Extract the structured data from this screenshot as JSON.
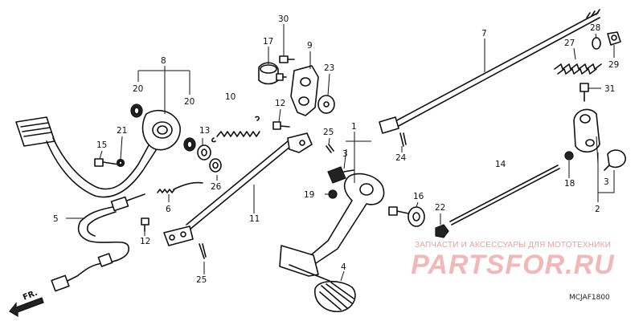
{
  "callouts": {
    "c1": "1",
    "c2": "2",
    "c3a": "3",
    "c3b": "3",
    "c4": "4",
    "c5": "5",
    "c6": "6",
    "c7": "7",
    "c8": "8",
    "c9": "9",
    "c10": "10",
    "c11": "11",
    "c12a": "12",
    "c12b": "12",
    "c13": "13",
    "c14": "14",
    "c15": "15",
    "c16": "16",
    "c17": "17",
    "c18": "18",
    "c19": "19",
    "c20a": "20",
    "c20b": "20",
    "c21": "21",
    "c22": "22",
    "c23": "23",
    "c24": "24",
    "c25a": "25",
    "c25b": "25",
    "c26": "26",
    "c27": "27",
    "c28": "28",
    "c29": "29",
    "c30": "30",
    "c31": "31"
  },
  "direction_label": "FR.",
  "watermark": {
    "subtitle": "ЗАПЧАСТИ И АКСЕССУАРЫ ДЛЯ МОТОТЕХНИКИ",
    "logo": "PARTSFOR.RU"
  },
  "diagram_code": "MCJAF1800"
}
